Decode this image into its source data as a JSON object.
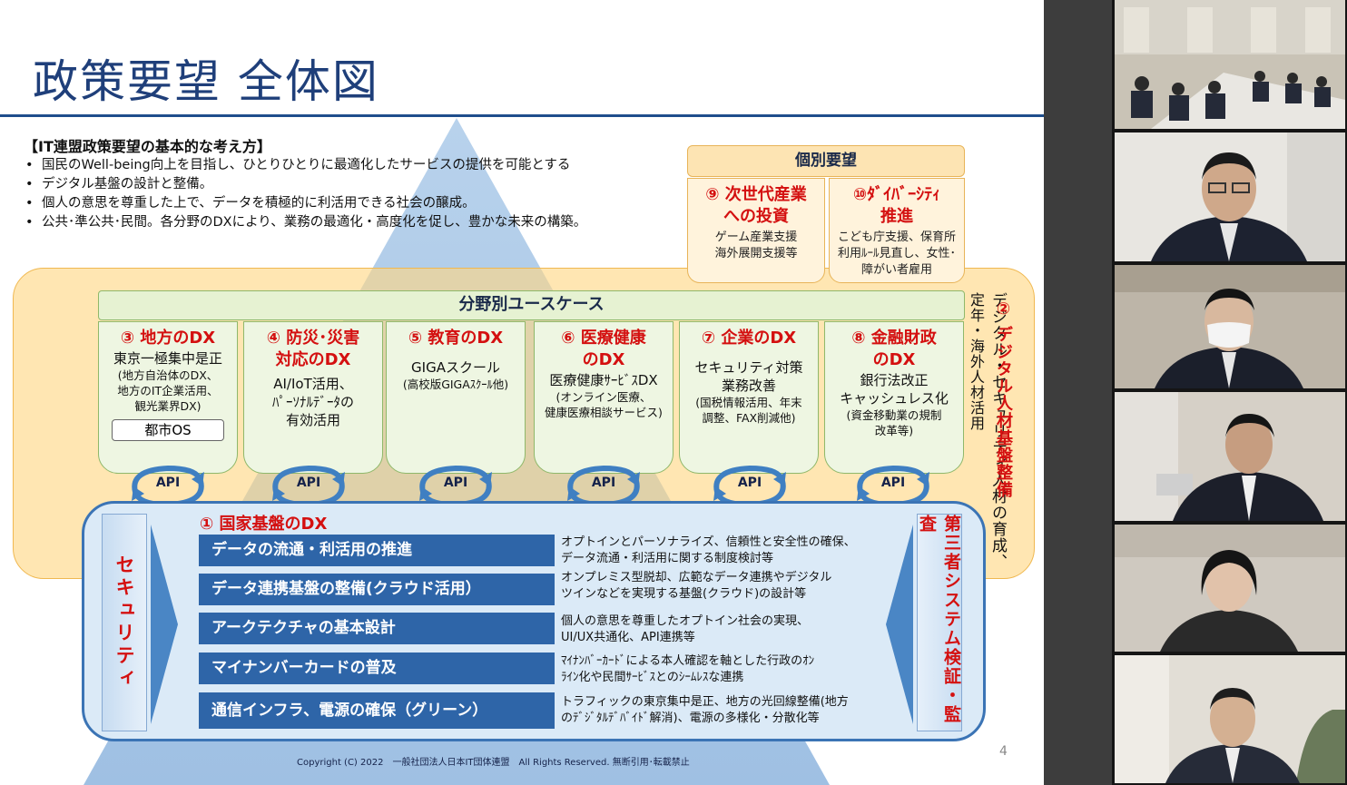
{
  "slide": {
    "title": "政策要望 全体図",
    "principles_heading": "【IT連盟政策要望の基本的な考え方】",
    "principles": [
      "国民のWell-being向上を目指し、ひとりひとりに最適化したサービスの提供を可能とする",
      "デジタル基盤の設計と整備。",
      "個人の意思を尊重した上で、データを積極的に利活用できる社会の醸成。",
      "公共･準公共･民間。各分野のDXにより、業務の最適化・高度化を促し、豊かな未来の構築。"
    ],
    "individual": {
      "heading": "個別要望",
      "items": [
        {
          "title_lines": [
            "⑨ 次世代産業",
            "への投資"
          ],
          "desc_lines": [
            "ゲーム産業支援",
            "海外展開支援等"
          ]
        },
        {
          "title_lines": [
            "⑩ﾀﾞｲﾊﾞｰｼﾃｨ",
            "推進"
          ],
          "desc_lines": [
            "こども庁支援、保育所",
            "利用ﾙｰﾙ見直し、女性･",
            "障がい者雇用"
          ]
        }
      ]
    },
    "usecase_heading": "分野別ユースケース",
    "usecases": [
      {
        "title_lines": [
          "③ 地方のDX"
        ],
        "sub_lines": [
          "東京一極集中是正"
        ],
        "desc_lines": [
          "(地方自治体のDX、",
          "地方のIT企業活用、",
          "観光業界DX)"
        ],
        "box": "都市OS"
      },
      {
        "title_lines": [
          "④ 防災･災害",
          "対応のDX"
        ],
        "sub_lines": [
          "AI/IoT活用、",
          "ﾊﾟｰｿﾅﾙﾃﾞｰﾀの",
          "有効活用"
        ],
        "desc_lines": []
      },
      {
        "title_lines": [
          "⑤ 教育のDX"
        ],
        "sub_lines": [
          "",
          "GIGAスクール"
        ],
        "desc_lines": [
          "(高校版GIGAｽｸｰﾙ他)"
        ]
      },
      {
        "title_lines": [
          "⑥ 医療健康",
          "のDX"
        ],
        "sub_lines": [
          "医療健康ｻｰﾋﾞｽDX"
        ],
        "desc_lines": [
          "(オンライン医療、",
          "健康医療相談サービス)"
        ]
      },
      {
        "title_lines": [
          "⑦ 企業のDX"
        ],
        "sub_lines": [
          "",
          "セキュリティ対策",
          "業務改善"
        ],
        "desc_lines": [
          "(国税情報活用、年末",
          "調整、FAX削減他)"
        ]
      },
      {
        "title_lines": [
          "⑧ 金融財政",
          "のDX"
        ],
        "sub_lines": [
          "銀行法改正",
          "キャッシュレス化"
        ],
        "desc_lines": [
          "(資金移動業の規制",
          "改革等)"
        ]
      }
    ],
    "api_label": "API",
    "national": {
      "title": "① 国家基盤のDX",
      "rows": [
        {
          "label": "データの流通・利活用の推進",
          "desc_lines": [
            "オプトインとパーソナライズ、信頼性と安全性の確保、",
            "データ流通・利活用に関する制度検討等"
          ]
        },
        {
          "label": "データ連携基盤の整備(クラウド活用）",
          "desc_lines": [
            "オンプレミス型脱却、広範なデータ連携やデジタル",
            "ツインなどを実現する基盤(クラウド)の設計等"
          ]
        },
        {
          "label": "アークテクチャの基本設計",
          "desc_lines": [
            "個人の意思を尊重したオプトイン社会の実現、",
            "UI/UX共通化、API連携等"
          ]
        },
        {
          "label": "マイナンバーカードの普及",
          "desc_lines": [
            "ﾏｲﾅﾝﾊﾞｰｶｰﾄﾞによる本人確認を軸とした行政のｵﾝ",
            "ﾗｲﾝ化や民間ｻｰﾋﾞｽとのｼｰﾑﾚｽな連携"
          ]
        },
        {
          "label": "通信インフラ、電源の確保（グリーン）",
          "desc_lines": [
            "トラフィックの東京集中是正、地方の光回線整備(地方",
            "のﾃﾞｼﾞﾀﾙﾃﾞﾊﾞｲﾄﾞ解消)、電源の多様化・分散化等"
          ]
        }
      ],
      "security": "セキュリティ",
      "third_party": "第三者システム検証・監査"
    },
    "side": {
      "red": "② デジタル人材基盤整備",
      "black1": "デジタル・セキュリティ人材の育成、",
      "black2": "定年・海外人材活用"
    },
    "copyright": "Copyright (C) 2022　一般社団法人日本IT団体連盟　All Rights Reserved. 無断引用･転載禁止",
    "page_number": "4"
  },
  "participants_count": 6,
  "colors": {
    "title_blue": "#1f3f7a",
    "accent_red": "#d41010",
    "row_blue": "#2e65a8",
    "band_orange": "#f0b850",
    "usecase_green": "#8fb86a"
  }
}
